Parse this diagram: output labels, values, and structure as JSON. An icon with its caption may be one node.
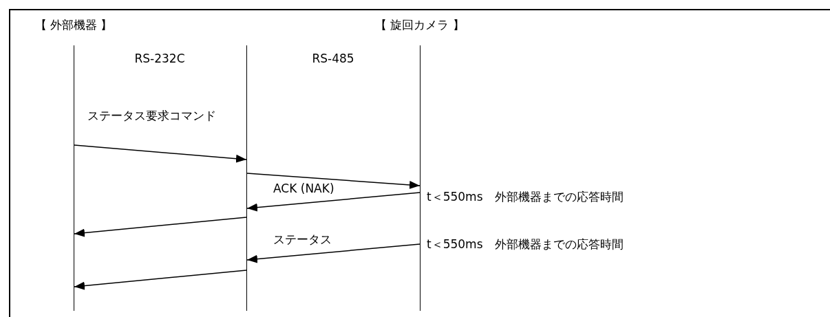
{
  "diagram": {
    "nodes": [
      {
        "text": [
          "【 外部機器 】"
        ]
      },
      {
        "text": [],
        "shape": "bar"
      },
      {
        "text": [
          "【 旋回カメラ 】"
        ]
      }
    ],
    "edges": [
      {
        "from": 0,
        "to": 1,
        "arrow": "to",
        "label": "ステータス要求コマンド"
      },
      {
        "from": 1,
        "to": 2,
        "arrow": "to"
      },
      {
        "from": 2,
        "to": 1,
        "arrow": "to",
        "label": "ACK (NAK)"
      },
      {
        "from": 1,
        "to": 0,
        "arrow": "to"
      },
      {
        "from": 2,
        "to": 1,
        "arrow": "to",
        "label": "ステータス"
      },
      {
        "from": 1,
        "to": 0,
        "arrow": "to"
      }
    ],
    "labels": [
      "RS-232C",
      "RS-485",
      "t＜550ms　外部機器までの応答時間",
      "t＜550ms　外部機器までの応答時間"
    ]
  }
}
